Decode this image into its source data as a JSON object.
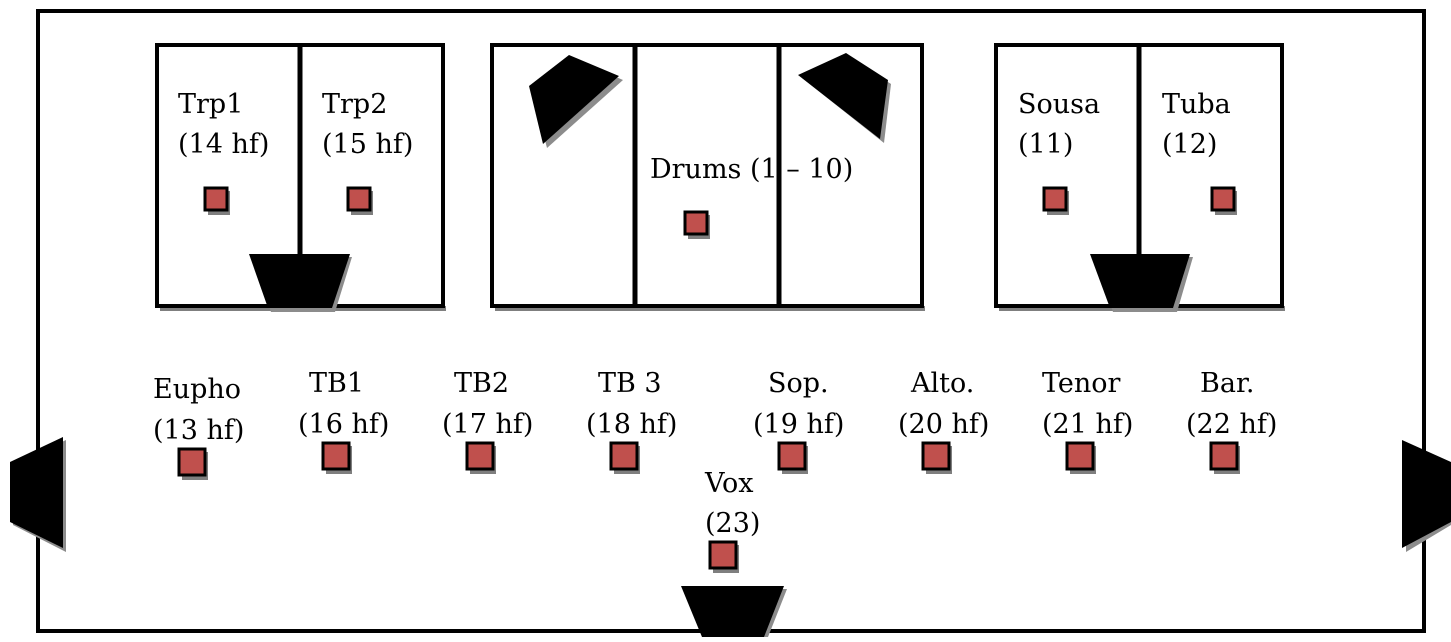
{
  "stage_plot": {
    "risers": [
      {
        "id": "left-riser",
        "sections": [
          {
            "label": "Trp1",
            "channel": "(14 hf)"
          },
          {
            "label": "Trp2",
            "channel": "(15 hf)"
          }
        ]
      },
      {
        "id": "drum-riser",
        "label": "Drums (1 – 10)"
      },
      {
        "id": "right-riser",
        "sections": [
          {
            "label": "Sousa",
            "channel": "(11)"
          },
          {
            "label": "Tuba",
            "channel": "(12)"
          }
        ]
      }
    ],
    "front_line": [
      {
        "label": "Eupho",
        "channel": "(13 hf)"
      },
      {
        "label": "TB1",
        "channel": "(16 hf)"
      },
      {
        "label": "TB2",
        "channel": "(17 hf)"
      },
      {
        "label": "TB 3",
        "channel": "(18 hf)"
      },
      {
        "label": "Sop.",
        "channel": "(19 hf)"
      },
      {
        "label": "Alto.",
        "channel": "(20 hf)"
      },
      {
        "label": "Tenor",
        "channel": "(21 hf)"
      },
      {
        "label": "Bar.",
        "channel": "(22 hf)"
      }
    ],
    "vocal": {
      "label": "Vox",
      "channel": "(23)"
    },
    "colors": {
      "mic_marker": "#c0504d",
      "monitor_wedge": "#000000",
      "outline": "#000000"
    }
  }
}
